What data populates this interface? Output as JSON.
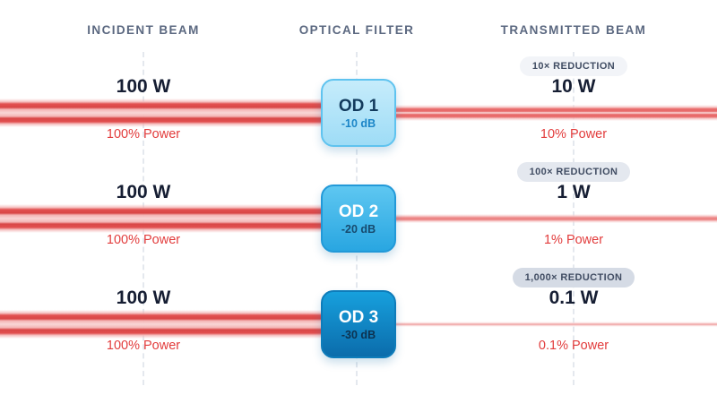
{
  "columns": {
    "incident": "INCIDENT BEAM",
    "filter": "OPTICAL FILTER",
    "transmitted": "TRANSMITTED BEAM"
  },
  "colors": {
    "header_text": "#5b6880",
    "watts_text": "#161e33",
    "power_text_red": "#e23c3c",
    "beam_core_red": "#e25050",
    "beam_glow_pink": "#f3b0b0",
    "dashed_guide_line": "#e4e8ee"
  },
  "rows": [
    {
      "incident": {
        "watts": "100 W",
        "power": "100% Power"
      },
      "filter": {
        "name": "OD 1",
        "attenuation": "-10 dB",
        "fill_top": "#c6ecfb",
        "fill_bottom": "#9edcf6",
        "border": "#5fc3ef",
        "name_color": "#123a5c",
        "attenuation_color": "#1b85c7"
      },
      "transmitted": {
        "badge": "10× REDUCTION",
        "badge_bg": "#f2f4f8",
        "watts": "10 W",
        "power": "10% Power"
      }
    },
    {
      "incident": {
        "watts": "100 W",
        "power": "100% Power"
      },
      "filter": {
        "name": "OD 2",
        "attenuation": "-20 dB",
        "fill_top": "#5ec7f1",
        "fill_bottom": "#29a6e1",
        "border": "#2299d8",
        "name_color": "#ffffff",
        "attenuation_color": "#174a6e"
      },
      "transmitted": {
        "badge": "100× REDUCTION",
        "badge_bg": "#e4e8ef",
        "watts": "1 W",
        "power": "1% Power"
      }
    },
    {
      "incident": {
        "watts": "100 W",
        "power": "100% Power"
      },
      "filter": {
        "name": "OD 3",
        "attenuation": "-30 dB",
        "fill_top": "#17a0dd",
        "fill_bottom": "#0b6cab",
        "border": "#0e7cba",
        "name_color": "#ffffff",
        "attenuation_color": "#0d3250"
      },
      "transmitted": {
        "badge": "1,000× REDUCTION",
        "badge_bg": "#d5dbe5",
        "watts": "0.1 W",
        "power": "0.1% Power"
      }
    }
  ]
}
